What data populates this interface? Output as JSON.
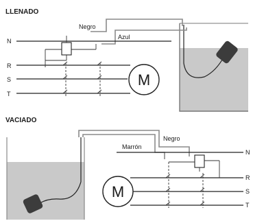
{
  "top": {
    "title": "LLENADO",
    "wire_labels": [
      "Negro",
      "Azul"
    ],
    "lines": [
      "N",
      "R",
      "S",
      "T"
    ],
    "motor": "M"
  },
  "bottom": {
    "title": "VACIADO",
    "wire_labels": [
      "Negro",
      "Marrón"
    ],
    "lines": [
      "N",
      "R",
      "S",
      "T"
    ],
    "motor": "M"
  }
}
